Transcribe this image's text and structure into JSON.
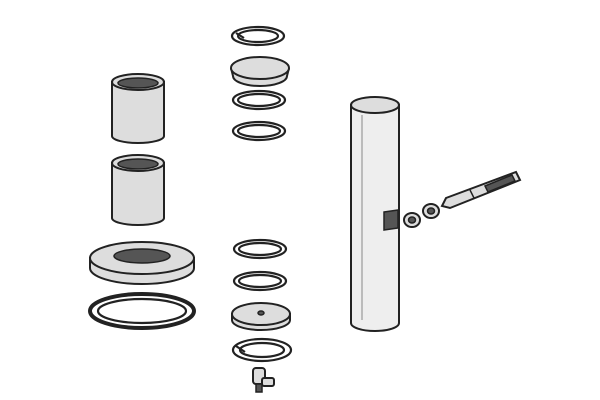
{
  "colors": {
    "ink": "#222222",
    "background": "#ffffff",
    "shade": "#dddddd"
  },
  "parts": {
    "bushings": 2,
    "thrust_washer": 1,
    "seal_ring": 1,
    "upper_rings": 3,
    "upper_cap": 1,
    "lower_rings": 3,
    "lower_cap": 1,
    "grease_nipple": 1,
    "king_pin": 1,
    "nuts": 2,
    "bolt": 1
  }
}
